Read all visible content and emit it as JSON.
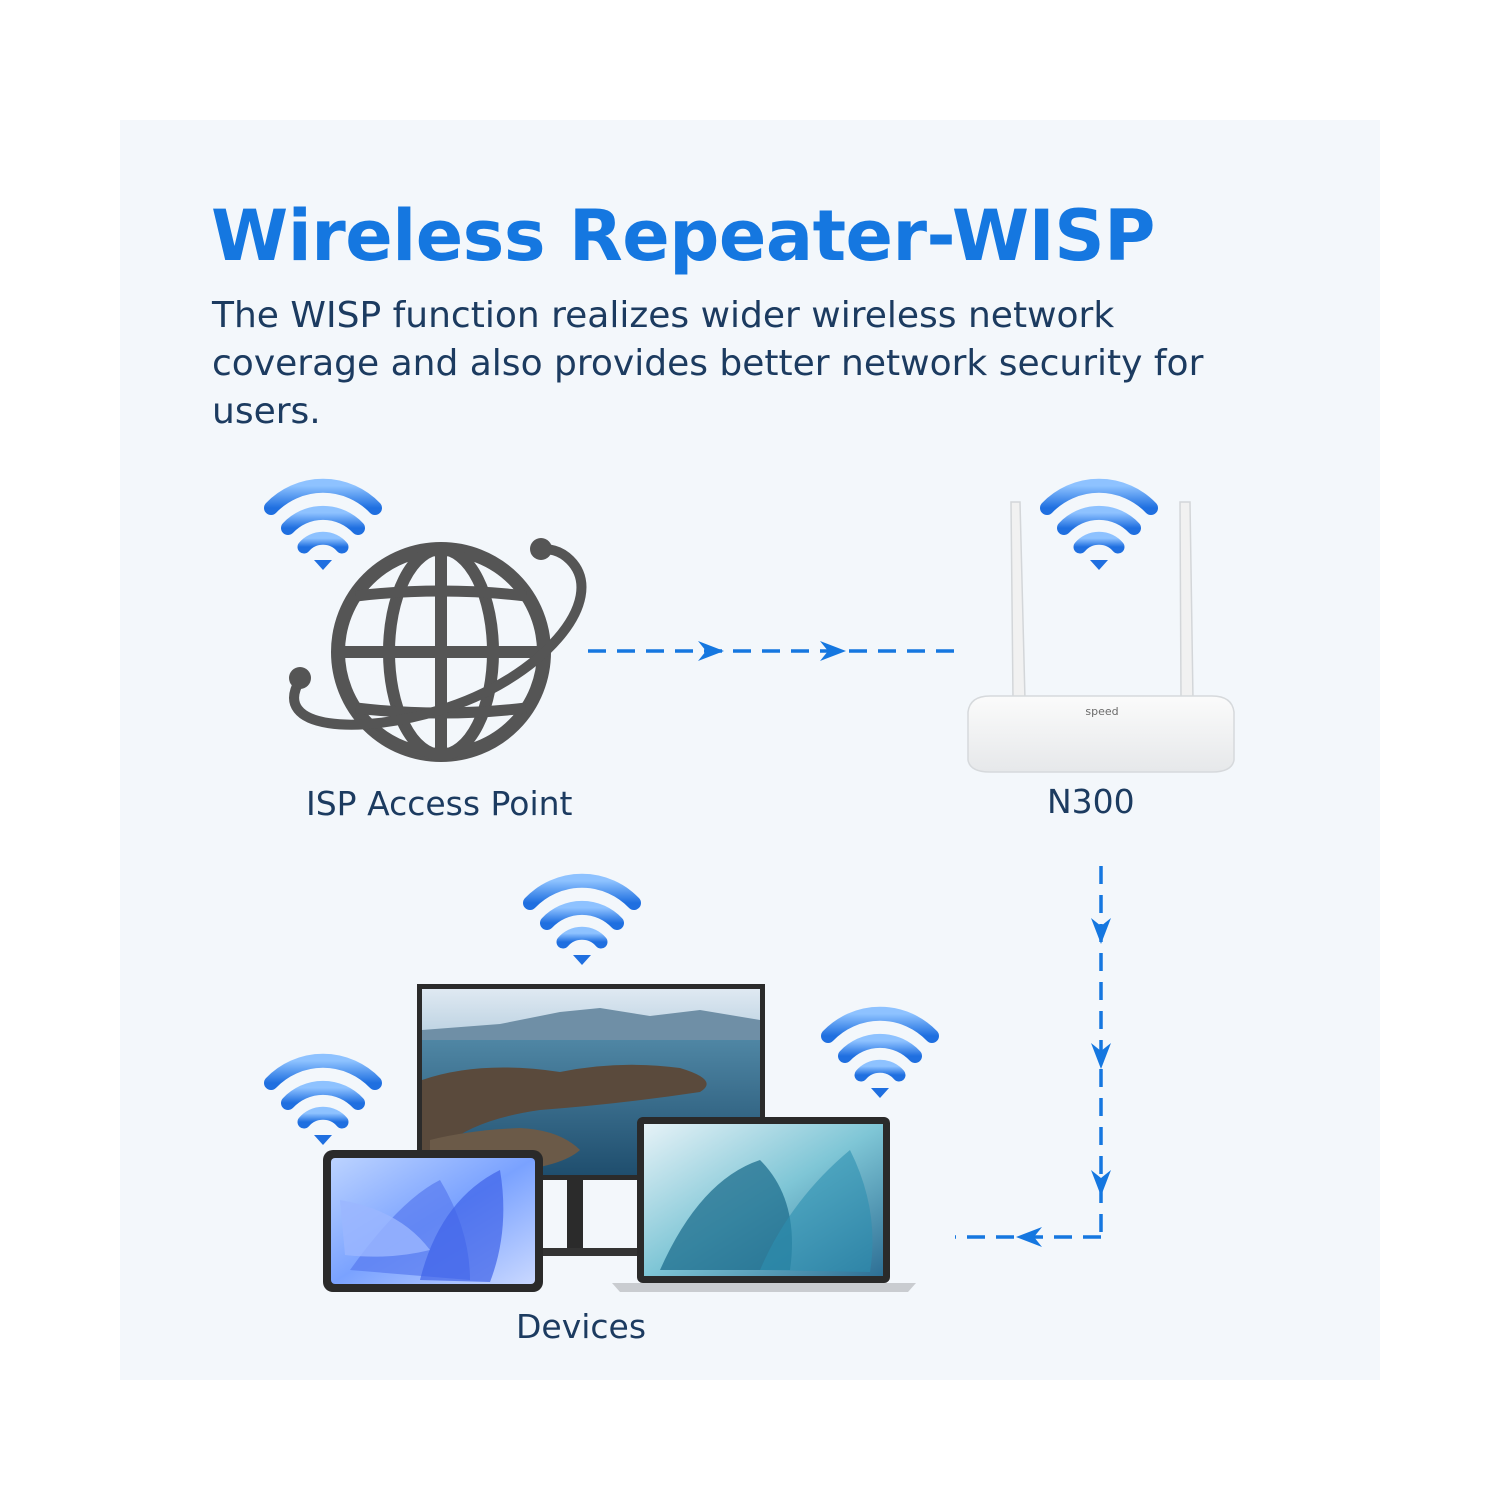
{
  "title": "Wireless Repeater-WISP",
  "description": "The WISP function realizes wider wireless network coverage and also provides better network security for users.",
  "nodes": {
    "isp": {
      "label": "ISP Access Point",
      "icon": "globe-icon"
    },
    "router": {
      "label": "N300",
      "icon": "router-icon",
      "brand": "speed"
    },
    "devices": {
      "label": "Devices",
      "icon": "devices-icon"
    }
  },
  "flow": [
    "isp",
    "router",
    "devices"
  ],
  "colors": {
    "accent": "#1577e0",
    "text": "#1c3b60",
    "panel": "#f3f7fb",
    "wifi": "#3d8ef0",
    "globe": "#555555"
  }
}
